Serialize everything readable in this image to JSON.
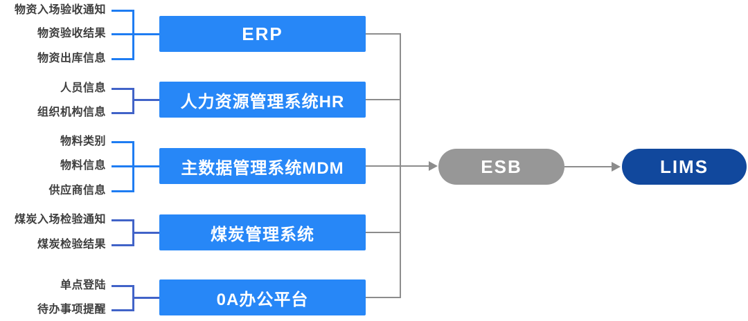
{
  "diagram": {
    "background": "#FFFFFF",
    "colors": {
      "box-blue": "#2787F7",
      "bracket-blue": "#1E7CF2",
      "bracket-indigo": "#4163C8",
      "connector-gray": "#8C8C8C",
      "esb-gray": "#979797",
      "lims-navy": "#11489D",
      "label-text": "#3E3E3E",
      "box-text": "#FFFFFF"
    },
    "groups": [
      {
        "system": "ERP",
        "inputs": [
          "物资入场验收通知",
          "物资验收结果",
          "物资出库信息"
        ]
      },
      {
        "system": "人力资源管理系统HR",
        "inputs": [
          "人员信息",
          "组织机构信息"
        ]
      },
      {
        "system": "主数据管理系统MDM",
        "inputs": [
          "物料类别",
          "物料信息",
          "供应商信息"
        ]
      },
      {
        "system": "煤炭管理系统",
        "inputs": [
          "煤炭入场检验通知",
          "煤炭检验结果"
        ]
      },
      {
        "system": "0A办公平台",
        "inputs": [
          "单点登陆",
          "待办事项提醒"
        ]
      }
    ],
    "bus": {
      "label": "ESB"
    },
    "target": {
      "label": "LIMS"
    }
  }
}
